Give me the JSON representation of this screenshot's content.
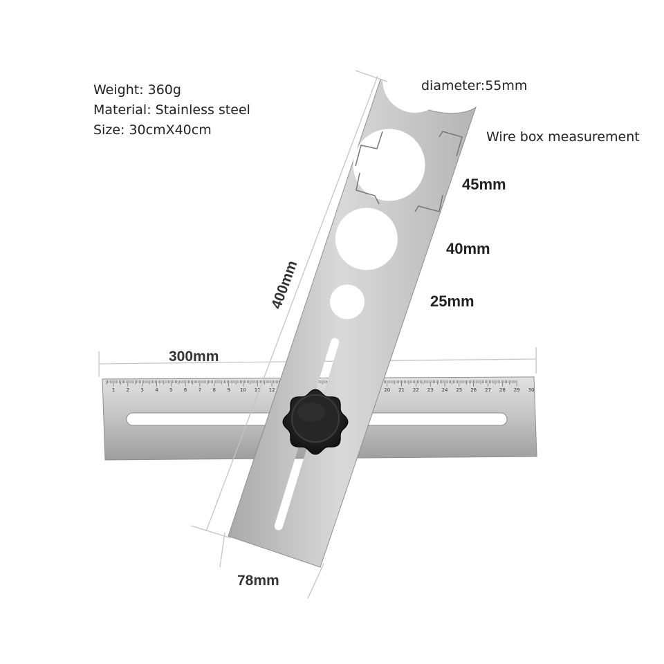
{
  "specs": {
    "weight": "Weight: 360g",
    "material": "Material: Stainless steel",
    "size": "Size: 30cmX40cm"
  },
  "labels": {
    "diameter": "diameter:55mm",
    "wire_box": "Wire box measurement",
    "hole_45": "45mm",
    "hole_40": "40mm",
    "hole_25": "25mm",
    "length_400": "400mm",
    "length_300": "300mm",
    "width_78": "78mm"
  },
  "ruler": {
    "numbers_left": [
      "1",
      "2",
      "3",
      "4",
      "5",
      "6",
      "7",
      "8",
      "9",
      "10",
      "11",
      "12"
    ],
    "numbers_right": [
      "20",
      "21",
      "22",
      "23",
      "24",
      "25",
      "26",
      "27",
      "28",
      "29",
      "30"
    ]
  },
  "colors": {
    "steel_light": "#d6d6d6",
    "steel_dark": "#9c9c9c",
    "knob": "#1c1c1c",
    "dimension_line": "#bdbdbd"
  },
  "icons": {
    "knob": "star-knob-icon"
  }
}
